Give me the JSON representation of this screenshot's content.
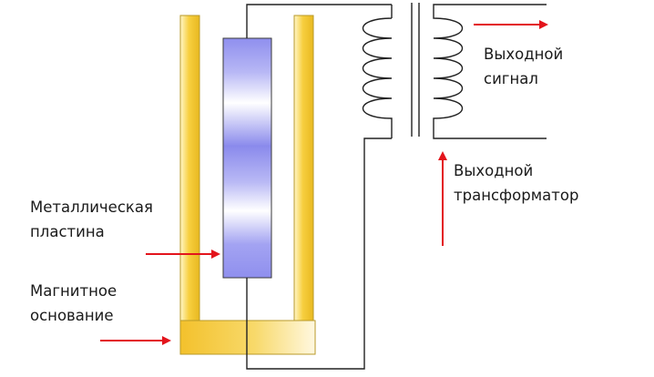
{
  "labels": {
    "output_signal": [
      "Выходной",
      "сигнал"
    ],
    "output_transformer": [
      "Выходной",
      "трансформатор"
    ],
    "metal_plate": [
      "Металлическая",
      "пластина"
    ],
    "magnetic_base": [
      "Магнитное",
      "основание"
    ]
  },
  "colors": {
    "arrow": "#e3141c",
    "wire": "#222222",
    "pole_fill": "#f7cf3f",
    "pole_stroke": "#b89a2a",
    "plate_blue": "#8f8fee",
    "plate_stroke": "#3a3a3a"
  },
  "icons": {
    "arrow": "red-arrow",
    "coil": "coil-winding"
  }
}
